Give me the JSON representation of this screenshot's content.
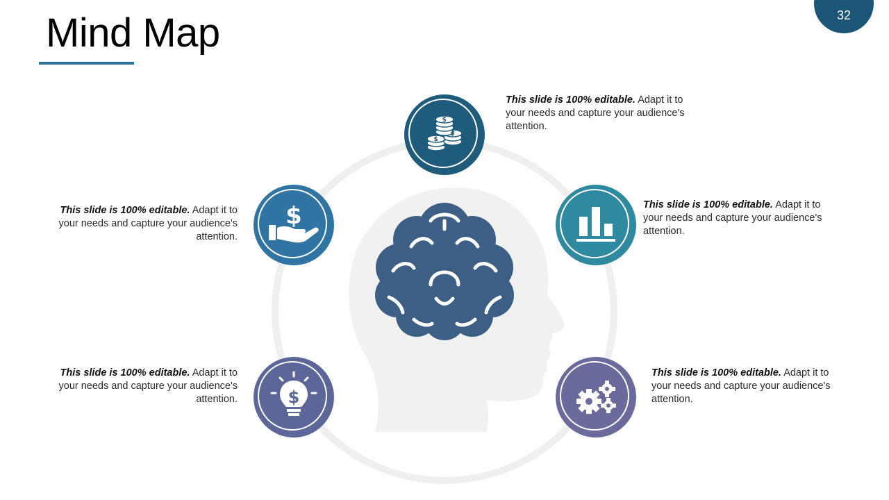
{
  "slide": {
    "title": "Mind Map",
    "page_number": "32",
    "colors": {
      "accent": "#2e6f96",
      "badge": "#1b5676",
      "node_dark_teal": "#1f5b7a",
      "node_blue": "#2f74a3",
      "node_teal": "#2f8aa0",
      "node_purple": "#5c6699",
      "node_violet": "#6a6a9c",
      "brain": "#3d5f86",
      "head": "#f1f1f1"
    }
  },
  "nodes": [
    {
      "id": "top",
      "icon": "coins-icon",
      "caption_bold": "This slide is 100% editable.",
      "caption_rest": " Adapt it to your needs and capture your audience's attention."
    },
    {
      "id": "left-upper",
      "icon": "money-hand-icon",
      "caption_bold": "This slide is 100% editable.",
      "caption_rest": " Adapt it to your needs and capture your audience's attention."
    },
    {
      "id": "right-upper",
      "icon": "bar-chart-icon",
      "caption_bold": "This slide is 100% editable.",
      "caption_rest": " Adapt it to your needs and capture your audience's attention."
    },
    {
      "id": "left-lower",
      "icon": "idea-bulb-dollar-icon",
      "caption_bold": "This slide is 100% editable.",
      "caption_rest": " Adapt it to your needs and capture your audience's attention."
    },
    {
      "id": "right-lower",
      "icon": "gears-icon",
      "caption_bold": "This slide is 100% editable.",
      "caption_rest": " Adapt it to your needs and capture your audience's attention."
    }
  ]
}
